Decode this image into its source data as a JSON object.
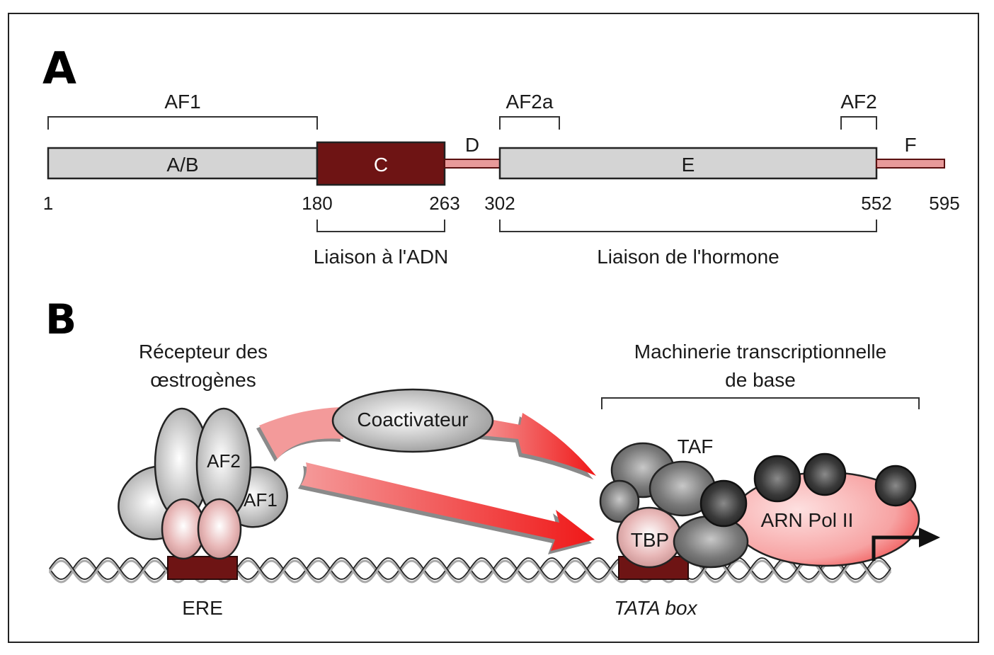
{
  "panel_a": {
    "letter": "A",
    "domains": [
      {
        "id": "AB",
        "label": "A/B",
        "start": 1,
        "end": 180,
        "kind": "box-gray"
      },
      {
        "id": "C",
        "label": "C",
        "start": 180,
        "end": 263,
        "kind": "box-dark"
      },
      {
        "id": "D",
        "label": "D",
        "start": 263,
        "end": 302,
        "kind": "linker"
      },
      {
        "id": "E",
        "label": "E",
        "start": 302,
        "end": 552,
        "kind": "box-gray"
      },
      {
        "id": "F",
        "label": "F",
        "start": 552,
        "end": 595,
        "kind": "linker"
      }
    ],
    "positions": [
      "1",
      "180",
      "263",
      "302",
      "552",
      "595"
    ],
    "top_brackets": [
      {
        "label": "AF1",
        "start": 1,
        "end": 180
      },
      {
        "label": "AF2a",
        "start": 302,
        "end": 340
      },
      {
        "label": "AF2",
        "start": 530,
        "end": 552
      }
    ],
    "bottom_brackets": [
      {
        "label": "Liaison à l'ADN",
        "start": 180,
        "end": 263
      },
      {
        "label": "Liaison de l'hormone",
        "start": 302,
        "end": 552
      }
    ]
  },
  "panel_b": {
    "letter": "B",
    "receptor_title_line1": "Récepteur des",
    "receptor_title_line2": "œstrogènes",
    "receptor_af2": "AF2",
    "receptor_af1": "AF1",
    "coactivator": "Coactivateur",
    "machinery_title_line1": "Machinerie transcriptionnelle",
    "machinery_title_line2": "de base",
    "taf": "TAF",
    "tbp": "TBP",
    "pol": "ARN Pol II",
    "ere": "ERE",
    "tata": "TATA box"
  },
  "colors": {
    "gray_box": "#d4d4d4",
    "dark_red": "#6e1414",
    "linker_pink": "#e89a9a",
    "arrow_red": "#f01a1a",
    "arrow_pink": "#f08080",
    "pol_pink": "#f7a0a0"
  }
}
